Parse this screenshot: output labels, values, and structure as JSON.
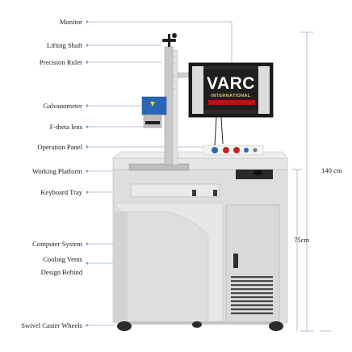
{
  "labels": {
    "monitor": "Monitor",
    "lifting_shaft": "Lifting Shaft",
    "precision_ruler": "Precision Ruler",
    "galvanometer": "Galvanometer",
    "f_theta_lens": "F-theta lens",
    "operation_panel": "Operation Panel",
    "working_platform": "Working Platform",
    "keyboard_tray": "Keyboard Tray",
    "computer_system": "Computer System",
    "cooling_vents_line1": "Cooling Vents",
    "cooling_vents_line2": "Design Behind",
    "swivel_caster_wheels": "Swivel Caster Wheels"
  },
  "dimensions": {
    "total_height": "140 cm",
    "table_height": "75cm"
  },
  "screen": {
    "brand": "VARC",
    "brand_sub": "INTERNATIONAL"
  },
  "colors": {
    "label_dot": "#8aa8c8",
    "leader_line": "#9bb3cc",
    "cabinet": "#dedede",
    "cabinet_shadow": "#c4c4c4",
    "screen_bg": "#1f1f1f",
    "brand_red": "#b01818",
    "laser_head": "#2a66b8"
  }
}
